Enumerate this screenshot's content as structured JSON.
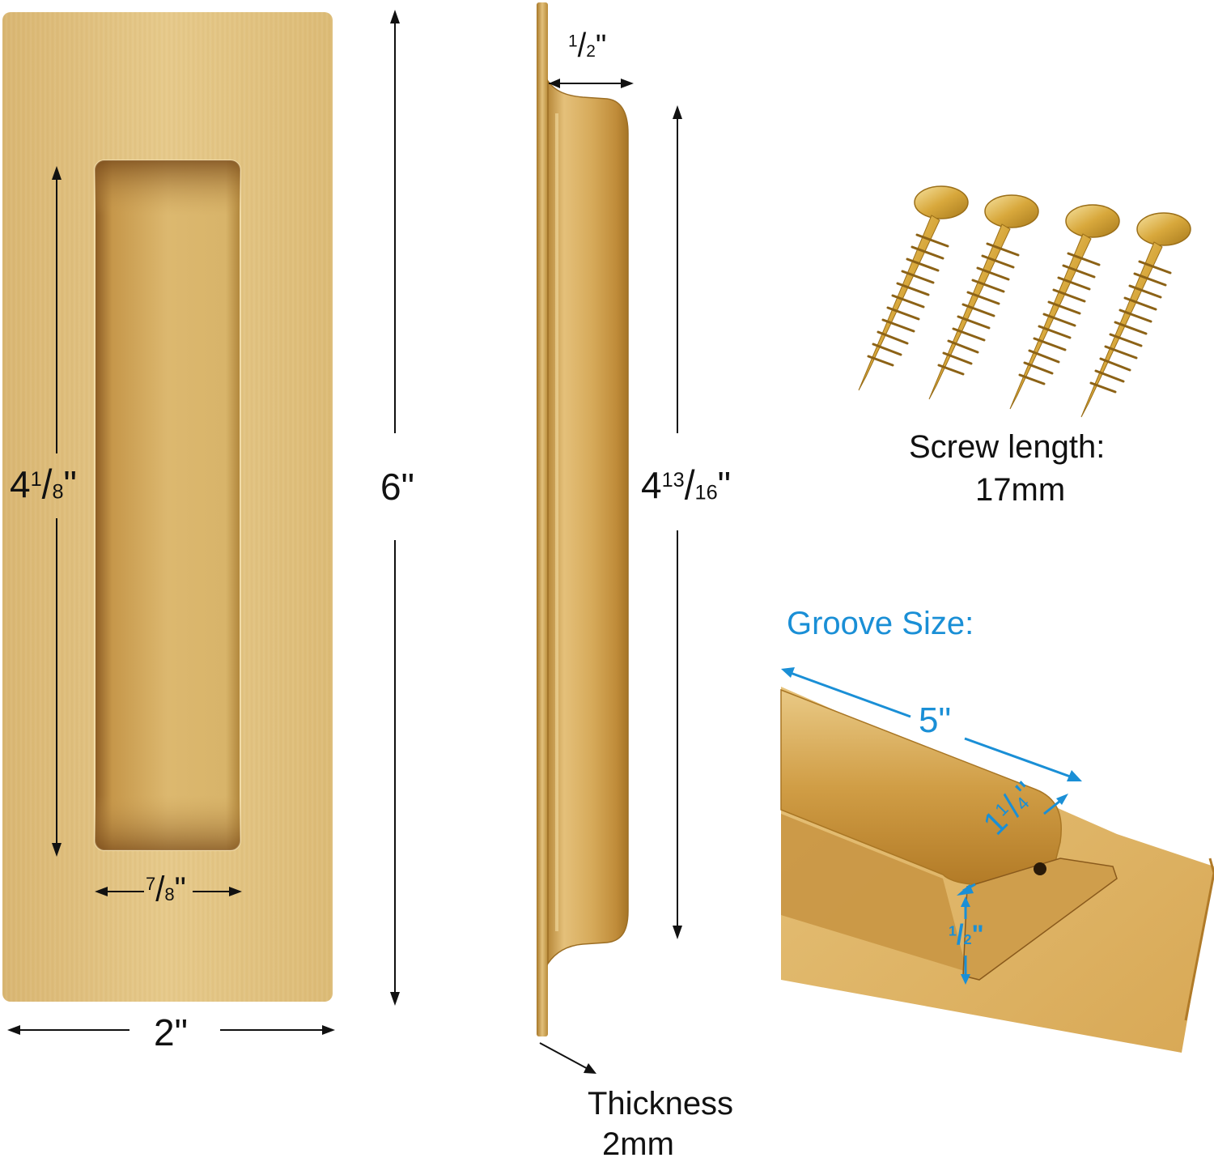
{
  "colors": {
    "brass_light": "#e6c98a",
    "brass_mid": "#d5aa58",
    "brass_dark": "#a8782a",
    "recess_shadow": "#8a5a22",
    "dimension_line": "#111111",
    "groove_accent": "#1a8fd6",
    "background": "#ffffff"
  },
  "front_view": {
    "plate_height": {
      "whole": "6",
      "unit": "\""
    },
    "plate_width": {
      "whole": "2",
      "unit": "\""
    },
    "recess_height": {
      "whole": "4",
      "num": "1",
      "den": "8",
      "unit": "\""
    },
    "recess_width": {
      "whole": "",
      "num": "7",
      "den": "8",
      "unit": "\""
    }
  },
  "side_view": {
    "depth": {
      "whole": "",
      "num": "1",
      "den": "2",
      "unit": "\""
    },
    "cup_length": {
      "whole": "4",
      "num": "13",
      "den": "16",
      "unit": "\""
    },
    "thickness_label": "Thickness",
    "thickness_value": "2mm"
  },
  "screws": {
    "count": 4,
    "label": "Screw length:",
    "value": "17mm"
  },
  "groove": {
    "title": "Groove Size:",
    "length": {
      "whole": "5",
      "unit": "\""
    },
    "width": {
      "whole": "1",
      "num": "1",
      "den": "4",
      "unit": "\""
    },
    "depth": {
      "whole": "",
      "num": "1",
      "den": "2",
      "unit": "\""
    }
  }
}
